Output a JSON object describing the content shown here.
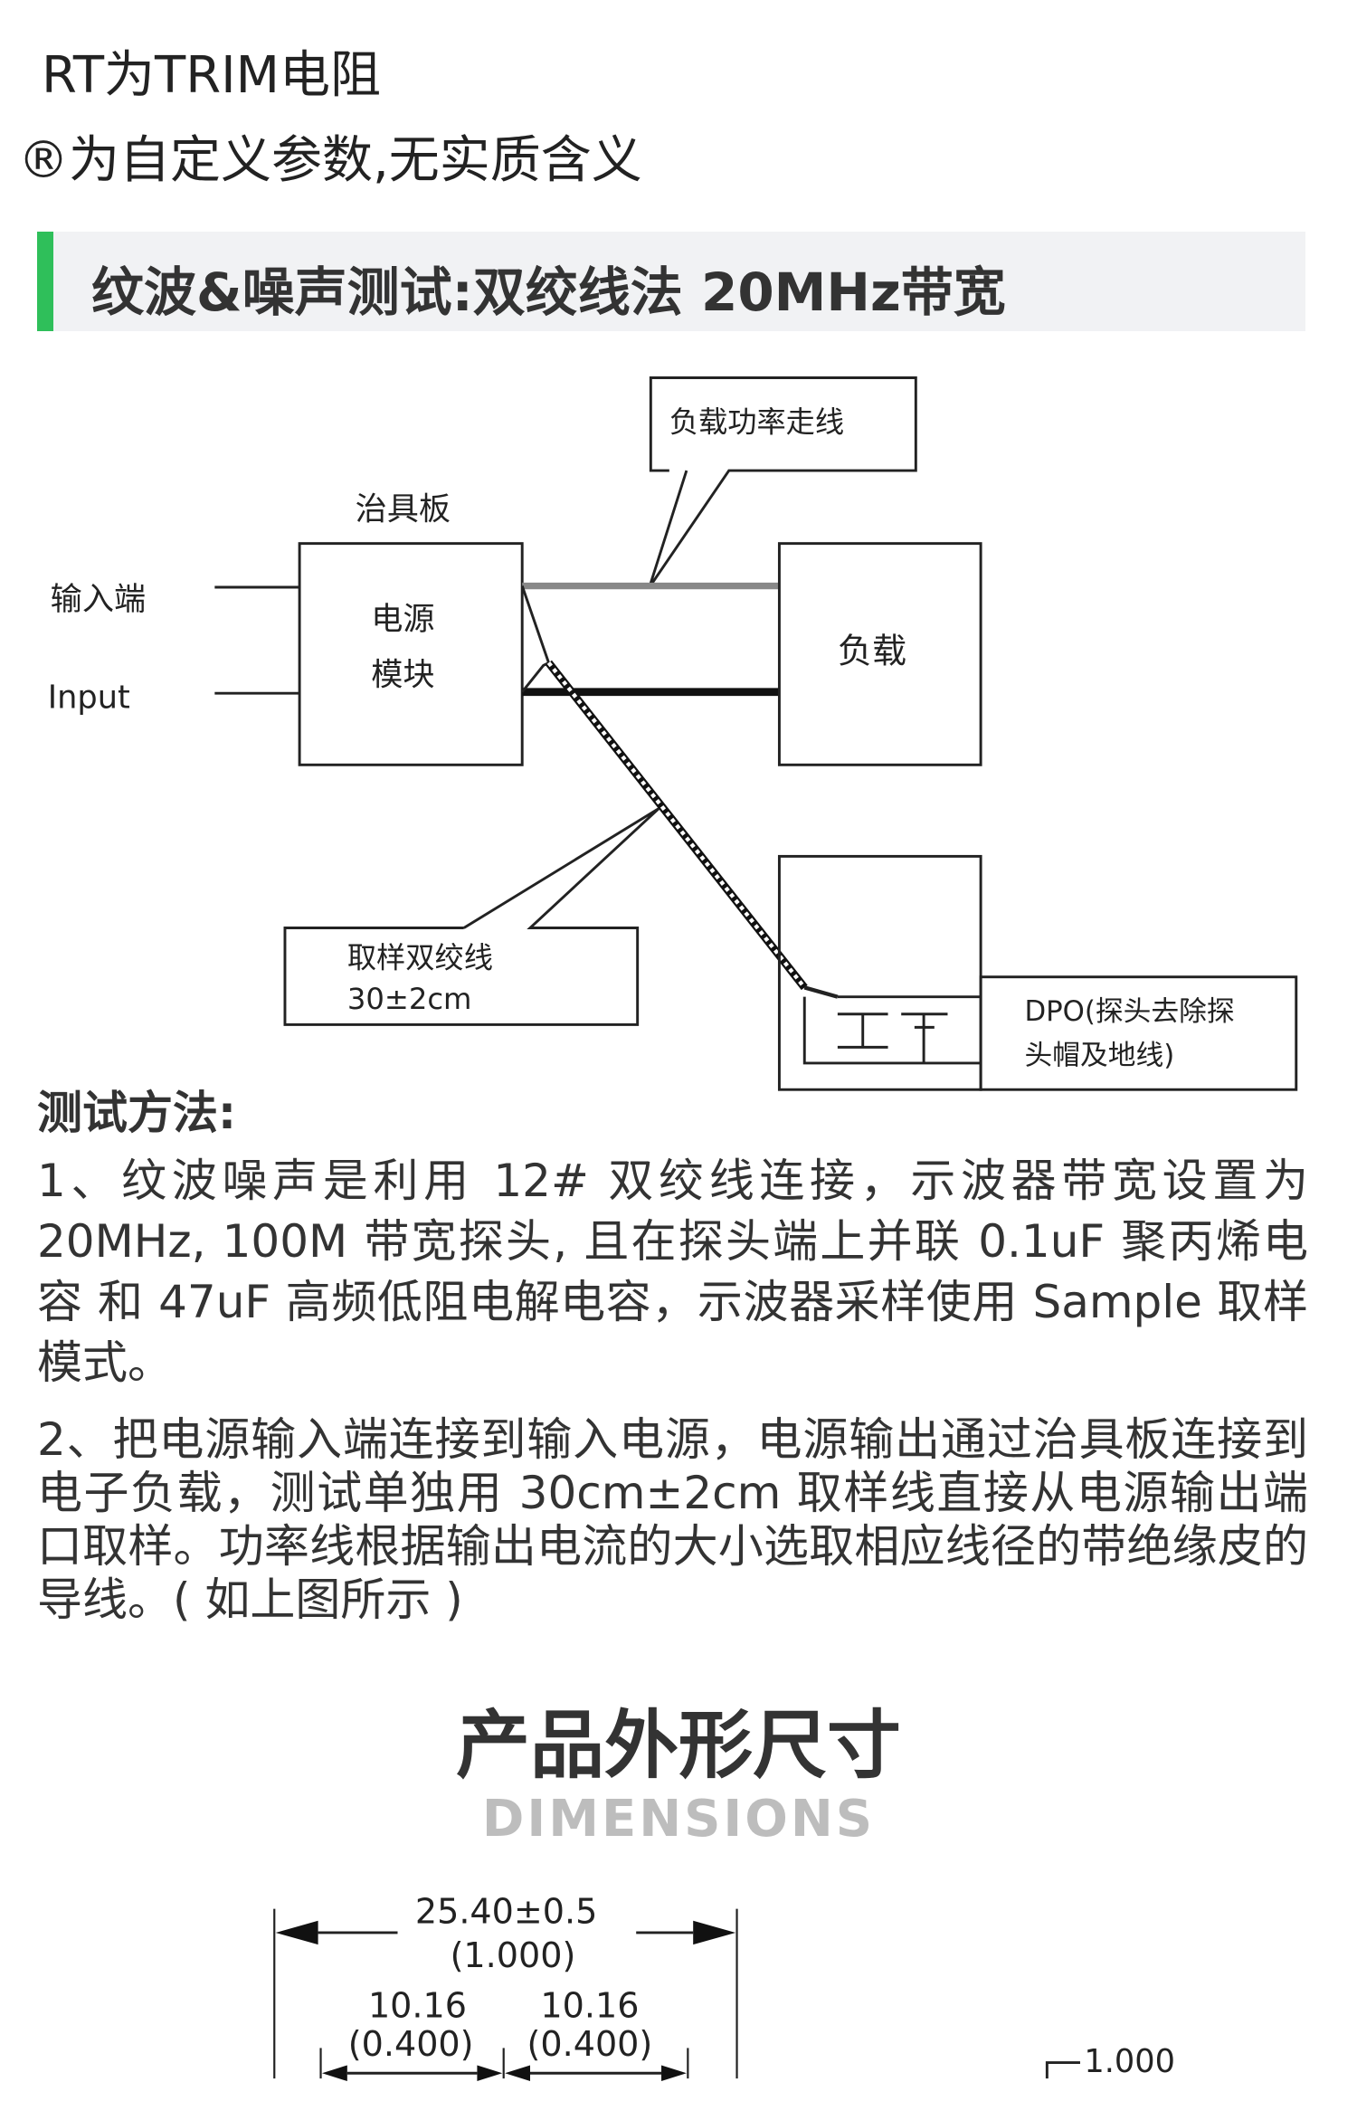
{
  "notes": {
    "rt_note": "RT为TRIM电阻",
    "r_note": "®为自定义参数,无实质含义"
  },
  "section_header": {
    "title": "纹波&噪声测试:双绞线法 20MHz带宽",
    "accent_color": "#2fbf5a"
  },
  "diagram": {
    "callout_power_line": "负载功率走线",
    "fixture_board": "治具板",
    "input_cn": "输入端",
    "input_en": "Input",
    "module_line1": "电源",
    "module_line2": "模块",
    "load": "负载",
    "callout_twisted_line1": "取样双绞线",
    "callout_twisted_line2": "30±2cm",
    "dpo_line1": "DPO(探头去除探",
    "dpo_line2": "头帽及地线)"
  },
  "method": {
    "title": "测试方法:",
    "para1": "1、纹波噪声是利用 12# 双绞线连接，示波器带宽设置为 20MHz, 100M 带宽探头, 且在探头端上并联 0.1uF 聚丙烯电容 和 47uF 高频低阻电解电容，示波器采样使用 Sample 取样模式。",
    "para2": "2、把电源输入端连接到输入电源，电源输出通过治具板连接到电子负载，测试单独用 30cm±2cm 取样线直接从电源输出端口取样。功率线根据输出电流的大小选取相应线径的带绝缘皮的导线。( 如上图所示 )"
  },
  "dimensions": {
    "title": "产品外形尺寸",
    "subtitle": "DIMENSIONS",
    "overall_mm": "25.40±0.5",
    "overall_in": "(1.000)",
    "pitch1_mm": "10.16",
    "pitch1_in": "(0.400)",
    "pitch2_mm": "10.16",
    "pitch2_in": "(0.400)",
    "side_value": "1.000"
  }
}
